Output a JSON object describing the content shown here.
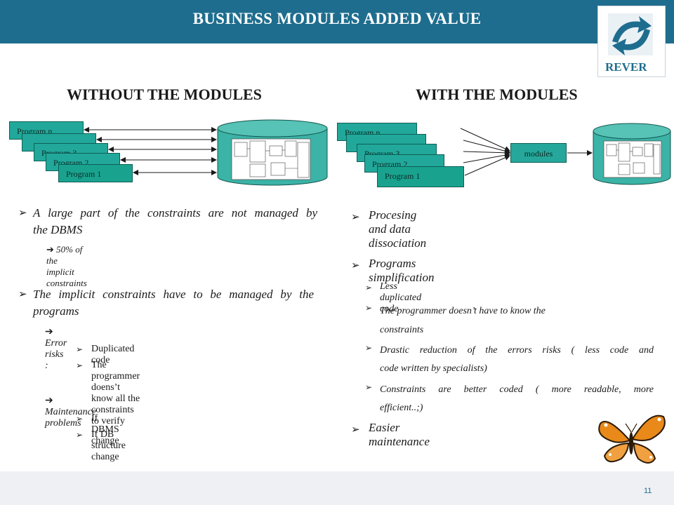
{
  "title": "BUSINESS MODULES ADDED VALUE",
  "logo_text": "REVER",
  "left": {
    "heading": "WITHOUT THE MODULES",
    "programs": [
      "Program n",
      "Program 3",
      "Program 2",
      "Program 1"
    ],
    "bullets": [
      {
        "text": "A large part of the constraints are not managed by the DBMS",
        "line1": "A large part of the constraints are not managed by",
        "line2": "the DBMS"
      },
      {
        "text": "50% of the  implicit constraints"
      },
      {
        "text": "The implicit constraints have to be managed by the programs",
        "line1": "The implicit constraints have to be managed by the",
        "line2": "programs"
      },
      {
        "text": "Error risks :"
      },
      {
        "text": "Duplicated code"
      },
      {
        "text": "The programmer doens’t know all the constraints to verify",
        "line1": "The programmer doens’t know all the",
        "line2": "constraints to verify"
      },
      {
        "text": "Maintenance problems"
      },
      {
        "text": "If DBMS change"
      },
      {
        "text": "If DB structure change"
      }
    ]
  },
  "right": {
    "heading": "WITH THE MODULES",
    "programs": [
      "Program n",
      "Program 3",
      "Program 2",
      "Program 1"
    ],
    "modules_label": "modules",
    "bullets": [
      {
        "text": "Procesing and data dissociation"
      },
      {
        "text": "Programs simplification"
      },
      {
        "text": "Less duplicated code"
      },
      {
        "text": "The programmer doesn’t have to know the constraints",
        "line1": "The programmer doesn’t have to know the",
        "line2": "constraints"
      },
      {
        "text": "Drastic reduction of the errors risks ( less code and code written by specialists)",
        "line1": "Drastic reduction of the errors risks ( less code and",
        "line2": "code written by specialists)"
      },
      {
        "text": "Constraints are better coded ( more readable, more efficient..;)",
        "line1": "Constraints are better coded ( more readable, more",
        "line2": "efficient..;)"
      },
      {
        "text": "Easier maintenance"
      }
    ]
  },
  "page_number": "11",
  "colors": {
    "header": "#1e6d8e",
    "program_fill": "#22a89a",
    "database_fill": "#3bb3a7",
    "footer": "#eef0f4"
  }
}
